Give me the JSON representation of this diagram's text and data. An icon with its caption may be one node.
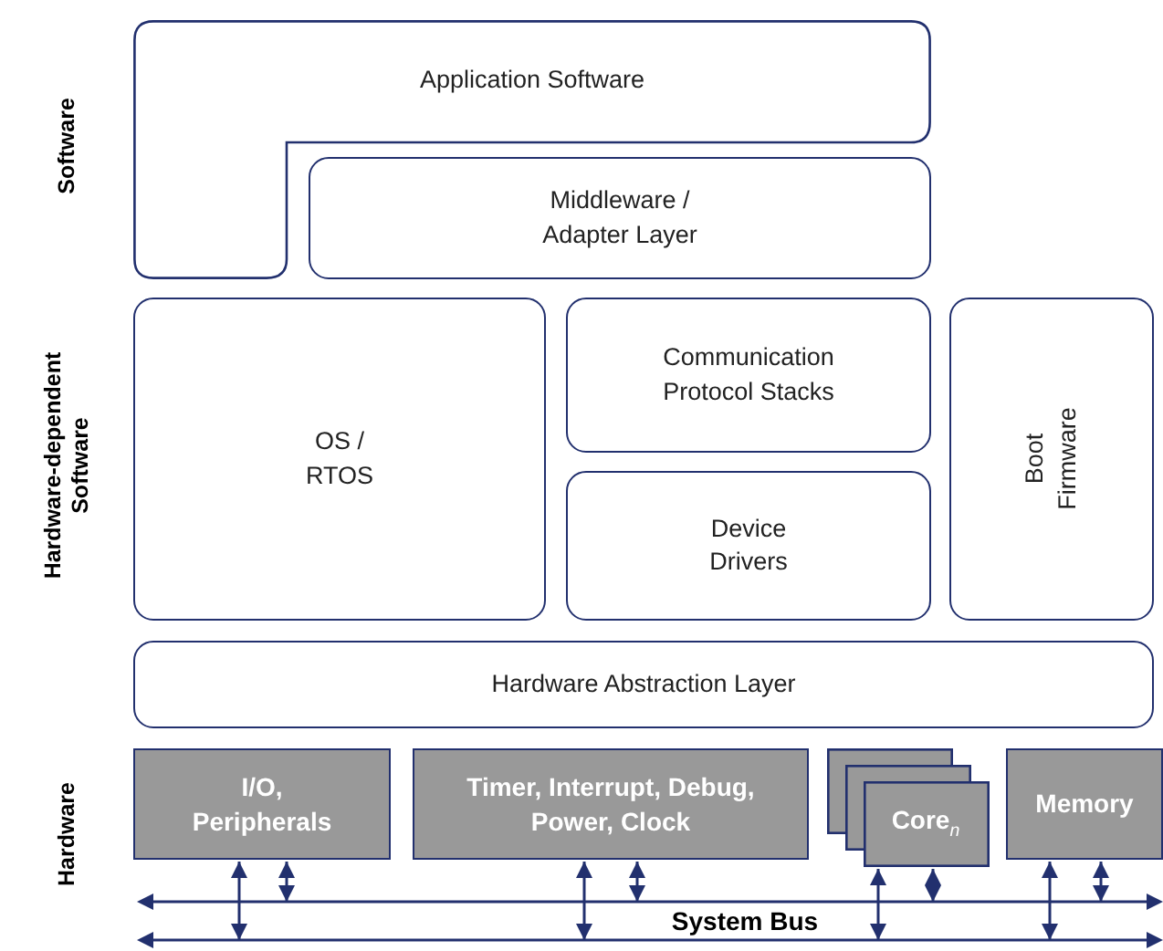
{
  "diagram": {
    "nodes": [
      {
        "text": [
          "Application Software"
        ]
      },
      {
        "text": [
          "Middleware / Adapter Layer"
        ]
      },
      {
        "text": [
          "OS / RTOS"
        ]
      },
      {
        "text": [
          "Communication Protocol Stacks"
        ]
      },
      {
        "text": [
          "Device Drivers"
        ]
      },
      {
        "text": [
          "Boot Firmware"
        ]
      },
      {
        "text": [
          "Hardware Abstraction Layer"
        ]
      },
      {
        "text": [
          "I/O, Peripherals"
        ]
      },
      {
        "text": [
          "Timer, Interrupt, Debug, Power, Clock"
        ]
      },
      {
        "text": [
          "Core$_{n}$"
        ]
      },
      {
        "text": [
          "Memory"
        ]
      },
      {
        "text": [],
        "shape": "bar"
      },
      {
        "text": [],
        "shape": "bar"
      }
    ],
    "edges": [
      {
        "from": 7,
        "to": 12,
        "arrow": "both"
      },
      {
        "from": 7,
        "to": 11,
        "arrow": "both"
      },
      {
        "from": 8,
        "to": 12,
        "arrow": "both"
      },
      {
        "from": 8,
        "to": 11,
        "arrow": "both"
      },
      {
        "from": 9,
        "to": 12,
        "arrow": "both"
      },
      {
        "from": 9,
        "to": 11,
        "arrow": "both"
      },
      {
        "from": 10,
        "to": 12,
        "arrow": "both"
      },
      {
        "from": 10,
        "to": 11,
        "arrow": "both"
      }
    ],
    "labels": [
      "Software",
      "Hardware-dependent Software",
      "Hardware",
      "System Bus"
    ]
  }
}
